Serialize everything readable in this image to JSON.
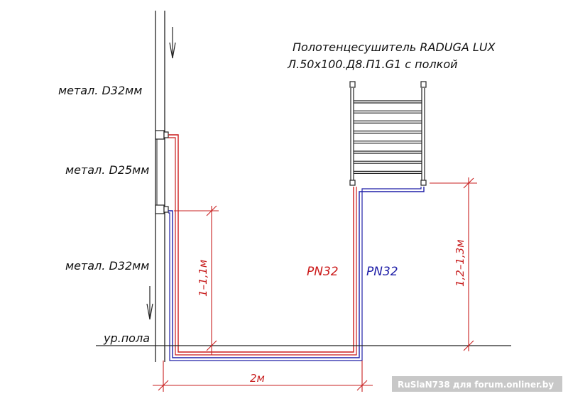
{
  "title": {
    "line1": "Полотенцесушитель RADUGA LUX",
    "line2": "Л.50х100.Д8.П1.G1 с полкой"
  },
  "riser_labels": [
    {
      "text": "метал. D32мм"
    },
    {
      "text": "метал. D25мм"
    },
    {
      "text": "метал. D32мм"
    }
  ],
  "floor_label": "ур.пола",
  "pipe_labels": {
    "red": "PN32",
    "blue": "PN32"
  },
  "dimensions": {
    "left_height": "1–1,1м",
    "right_height": "1,2–1,3м",
    "width": "2м"
  },
  "watermark": "RuSlaN738 для forum.onliner.by",
  "colors": {
    "supply": "#cc1b1b",
    "return": "#1f1fa8",
    "dimension": "#c82020",
    "line": "#222222"
  }
}
